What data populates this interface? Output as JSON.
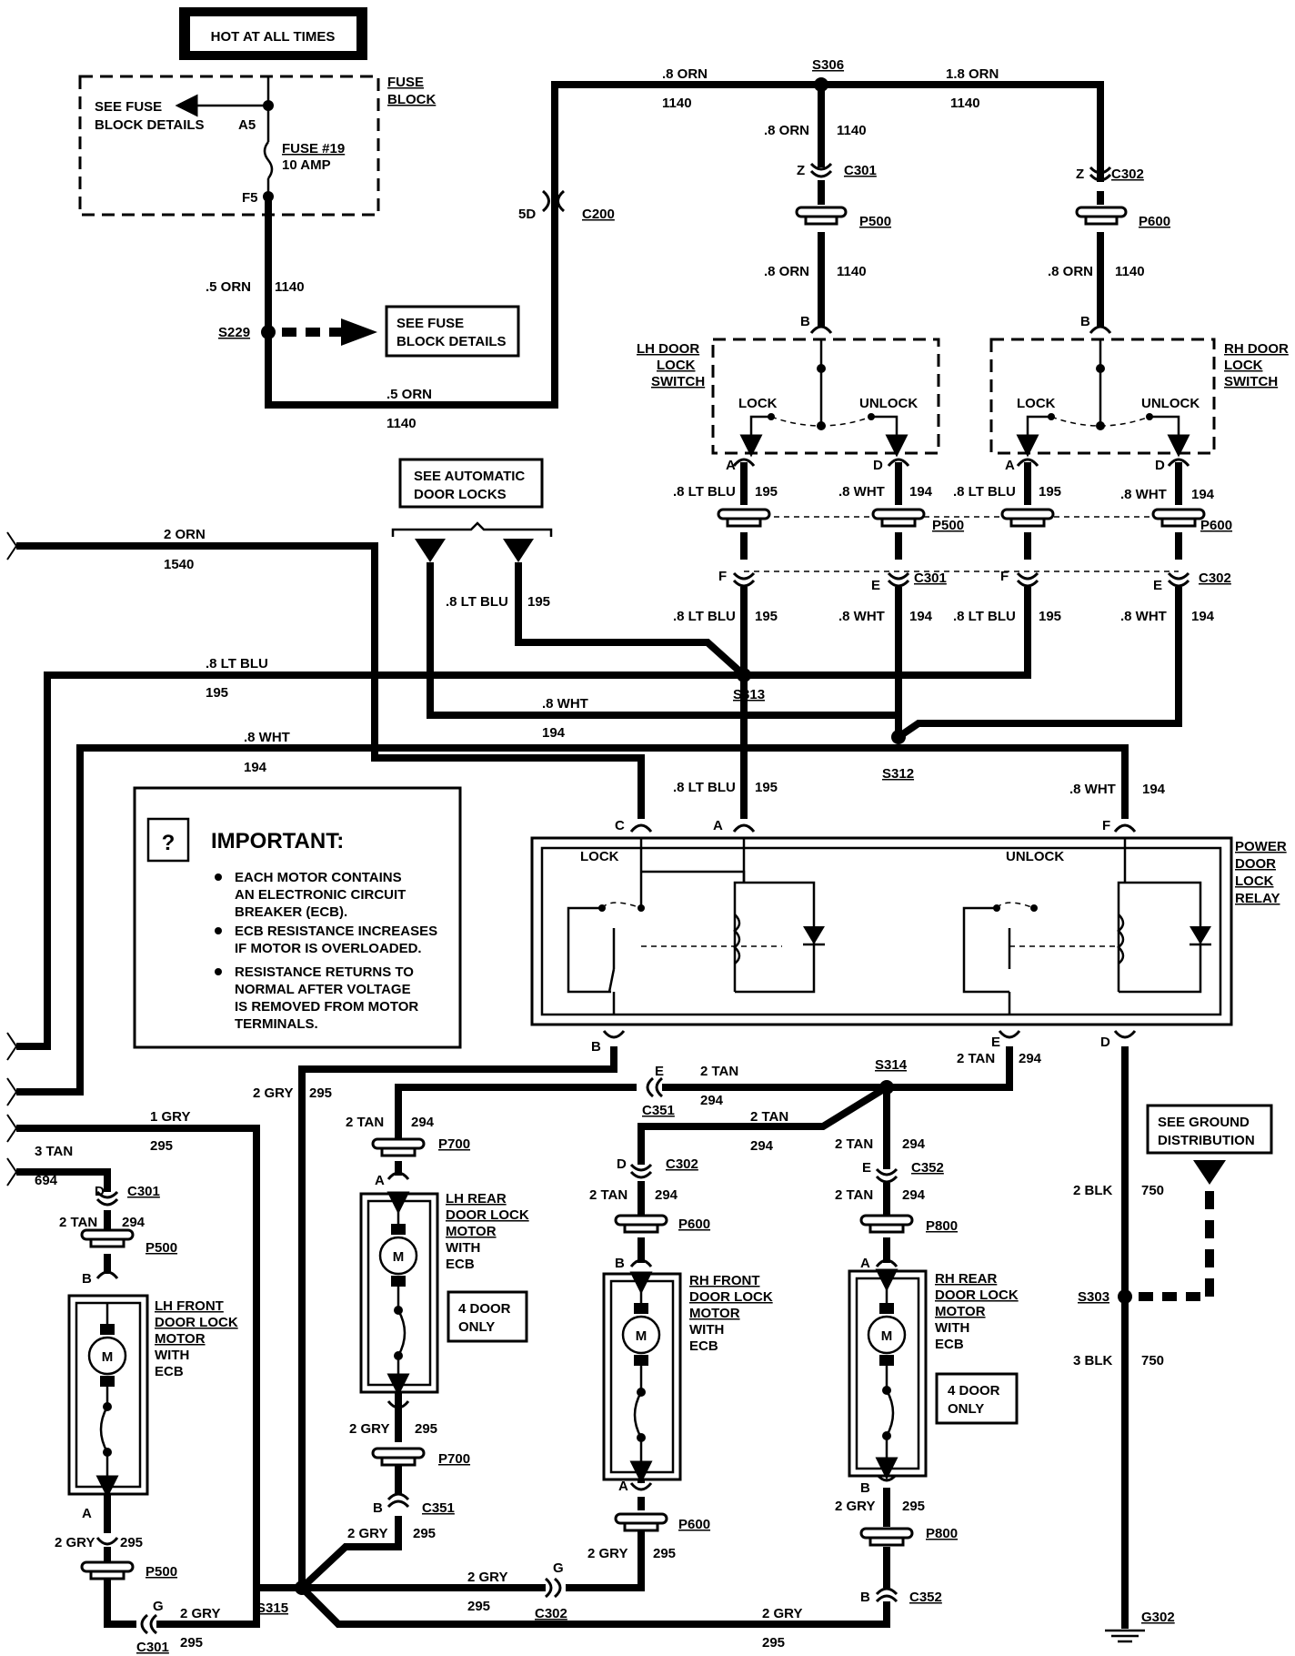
{
  "title_box": "HOT AT ALL TIMES",
  "fuse_block": {
    "name": "FUSE BLOCK",
    "see_details": "SEE FUSE BLOCK DETAILS",
    "terminal_in": "A5",
    "terminal_out": "F5",
    "fuse": "FUSE #19",
    "rating": "10 AMP"
  },
  "s229": {
    "name": "S229",
    "see_details": "SEE FUSE BLOCK DETAILS"
  },
  "wires": {
    "orn_05": ".5 ORN",
    "orn_08": ".8 ORN",
    "orn_18": "1.8 ORN",
    "orn_2": "2 ORN",
    "orn_circuit": "1140",
    "orn_2_circuit": "1540",
    "ltblu": ".8 LT BLU",
    "ltblu_circuit": "195",
    "wht": ".8 WHT",
    "wht_circuit": "194",
    "tan_2": "2 TAN",
    "tan_3": "3 TAN",
    "tan_circuit": "294",
    "tan_3_circuit": "694",
    "gry_1": "1 GRY",
    "gry_2": "2 GRY",
    "gry_circuit": "295",
    "blk_2": "2 BLK",
    "blk_3": "3 BLK",
    "blk_circuit": "750"
  },
  "connectors": {
    "c200": "C200",
    "c200_pin": "5D",
    "c301": "C301",
    "c302": "C302",
    "c351": "C351",
    "c352": "C352",
    "p500": "P500",
    "p600": "P600",
    "p700": "P700",
    "p800": "P800"
  },
  "pins": {
    "a": "A",
    "b": "B",
    "c": "C",
    "d": "D",
    "e": "E",
    "f": "F",
    "g": "G",
    "z": "Z"
  },
  "splices": {
    "s303": "S303",
    "s306": "S306",
    "s312": "S312",
    "s313": "S313",
    "s314": "S314",
    "s315": "S315",
    "g302": "G302"
  },
  "lh_switch": {
    "name": "LH DOOR LOCK SWITCH",
    "lock": "LOCK",
    "unlock": "UNLOCK"
  },
  "rh_switch": {
    "name": "RH DOOR LOCK SWITCH",
    "lock": "LOCK",
    "unlock": "UNLOCK"
  },
  "auto_locks": "SEE AUTOMATIC DOOR LOCKS",
  "relay": {
    "name": "POWER DOOR LOCK RELAY",
    "lock": "LOCK",
    "unlock": "UNLOCK"
  },
  "important": {
    "heading": "IMPORTANT:",
    "items": [
      "EACH MOTOR CONTAINS AN ELECTRONIC CIRCUIT BREAKER (ECB).",
      "ECB RESISTANCE INCREASES IF MOTOR IS OVERLOADED.",
      "RESISTANCE RETURNS TO NORMAL AFTER VOLTAGE IS REMOVED FROM MOTOR TERMINALS."
    ]
  },
  "motors": {
    "lh_front": "LH FRONT DOOR LOCK MOTOR WITH ECB",
    "lh_rear": "LH REAR DOOR LOCK MOTOR WITH ECB",
    "rh_front": "RH FRONT DOOR LOCK MOTOR WITH ECB",
    "rh_rear": "RH REAR DOOR LOCK MOTOR WITH ECB",
    "m": "M"
  },
  "four_door_only": "4 DOOR ONLY",
  "ground_distribution": "SEE GROUND DISTRIBUTION"
}
